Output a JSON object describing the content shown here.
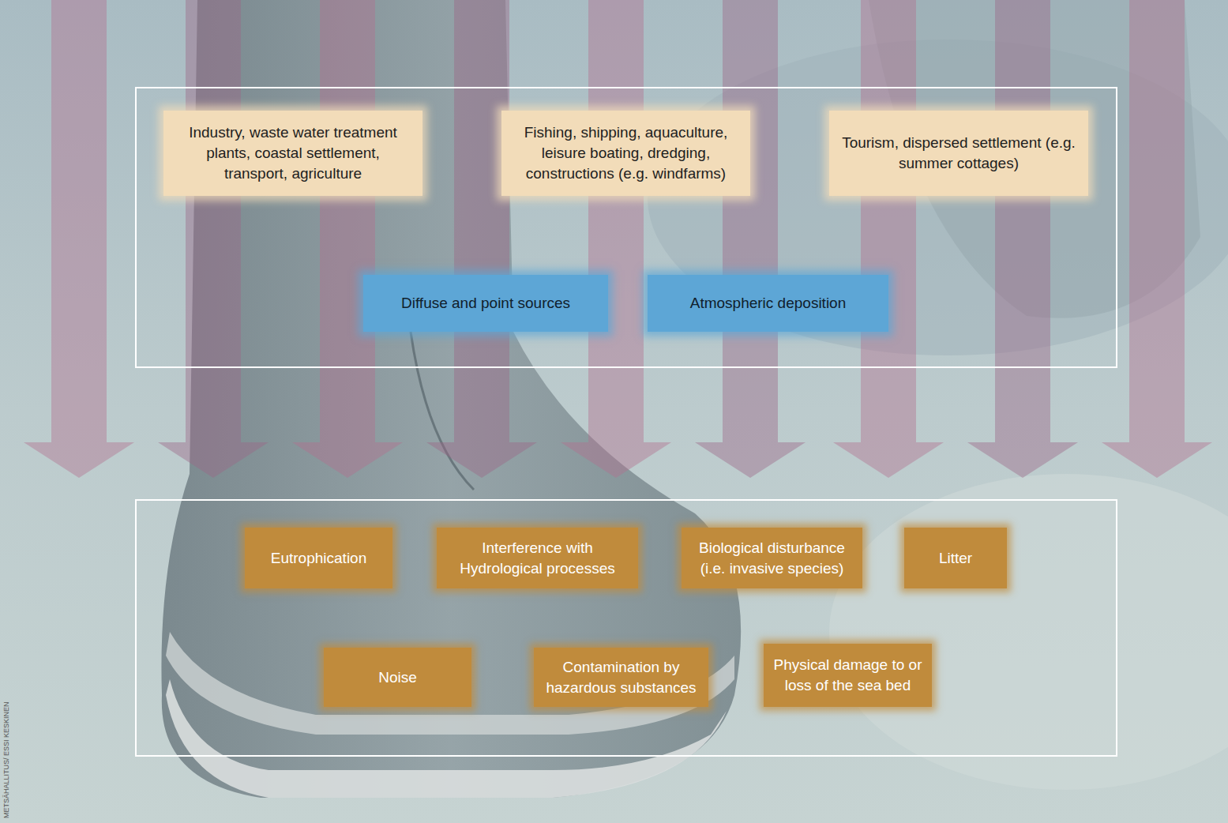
{
  "diagram": {
    "nodes": [
      {
        "text": [
          "Industry, waste water treatment plants, coastal settlement, transport, agriculture"
        ]
      },
      {
        "text": [
          "Fishing, shipping, aquaculture, leisure boating, dredging, constructions (e.g. windfarms)"
        ]
      },
      {
        "text": [
          "Tourism, dispersed settlement (e.g. summer cottages)"
        ]
      },
      {
        "text": [
          "Diffuse and point sources"
        ]
      },
      {
        "text": [
          "Atmospheric deposition"
        ]
      },
      {
        "text": [
          "Eutrophication"
        ]
      },
      {
        "text": [
          "Interference with Hydrological processes"
        ]
      },
      {
        "text": [
          "Biological disturbance (i.e. invasive species)"
        ]
      },
      {
        "text": [
          "Litter"
        ]
      },
      {
        "text": [
          "Noise"
        ]
      },
      {
        "text": [
          "Contamination by hazardous substances"
        ]
      },
      {
        "text": [
          "Physical damage to or loss of the sea bed"
        ]
      }
    ],
    "labels": [
      "METSÄHALLITUS/ ESSI KESKINEN"
    ]
  }
}
